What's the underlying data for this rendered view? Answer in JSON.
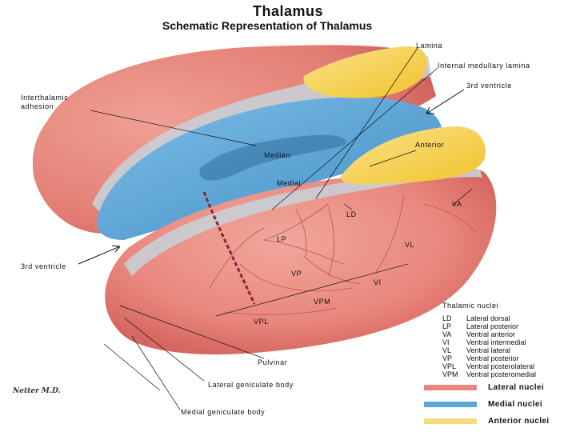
{
  "title": "Thalamus",
  "subtitle": "Schematic Representation of Thalamus",
  "labels": {
    "lamina": "Lamina",
    "internal_medullary_lamina": "Internal medullary lamina",
    "third_ventricle_top": "3rd ventricle",
    "interthalamic_adhesion": "Interthalamic adhesion",
    "anterior": "Anterior",
    "median": "Median",
    "medial": "Medial",
    "va": "VA",
    "ld": "LD",
    "lp": "LP",
    "vl": "VL",
    "third_ventricle_left": "3rd ventricle",
    "vp": "VP",
    "vi": "VI",
    "vpm": "VPM",
    "vpl": "VPL",
    "pulvinar": "Pulvinar",
    "lateral_geniculate_body": "Lateral geniculate body",
    "medial_geniculate_body": "Medial geniculate body"
  },
  "nuclei_title": "Thalamic nuclei",
  "abbreviations": [
    {
      "abbr": "LD",
      "desc": "Lateral dorsal"
    },
    {
      "abbr": "LP",
      "desc": "Lateral posterior"
    },
    {
      "abbr": "VA",
      "desc": "Ventral anterior"
    },
    {
      "abbr": "VI",
      "desc": "Ventral intermedial"
    },
    {
      "abbr": "VL",
      "desc": "Ventral lateral"
    },
    {
      "abbr": "VP",
      "desc": "Ventral posterior"
    },
    {
      "abbr": "VPL",
      "desc": "Ventral posterolateral"
    },
    {
      "abbr": "VPM",
      "desc": "Ventral posteromedial"
    }
  ],
  "legend": [
    {
      "label": "Lateral nuclei",
      "color": "#e9877d"
    },
    {
      "label": "Medial nuclei",
      "color": "#5aa6d6"
    },
    {
      "label": "Anterior nuclei",
      "color": "#f5dc7a"
    }
  ],
  "artist_signature": "Netter M.D.",
  "colors": {
    "lateral": "#e9877d",
    "lateral_dark": "#d45e57",
    "medial": "#5aa6d6",
    "anterior": "#f5d14c",
    "lamina": "#c9cfd6"
  }
}
